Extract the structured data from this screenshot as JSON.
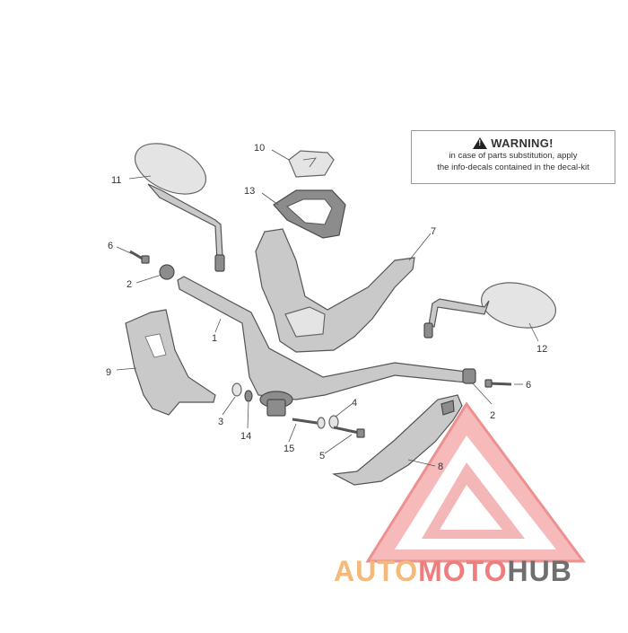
{
  "warning": {
    "title": "WARNING!",
    "line1": "in case of parts substitution, apply",
    "line2": "the info-decals contained in the decal-kit"
  },
  "callouts": {
    "c1": "1",
    "c2a": "2",
    "c2b": "2",
    "c3": "3",
    "c4": "4",
    "c5": "5",
    "c6a": "6",
    "c6b": "6",
    "c7": "7",
    "c8": "8",
    "c9": "9",
    "c10": "10",
    "c11": "11",
    "c12": "12",
    "c13": "13",
    "c14": "14",
    "c15": "15"
  },
  "watermark": {
    "part1": "AUTO",
    "part2": "MOTO",
    "part3": "HUB",
    "color1": "#f5b97a",
    "color2": "#f07d7d",
    "color3": "#6f6f6f"
  }
}
